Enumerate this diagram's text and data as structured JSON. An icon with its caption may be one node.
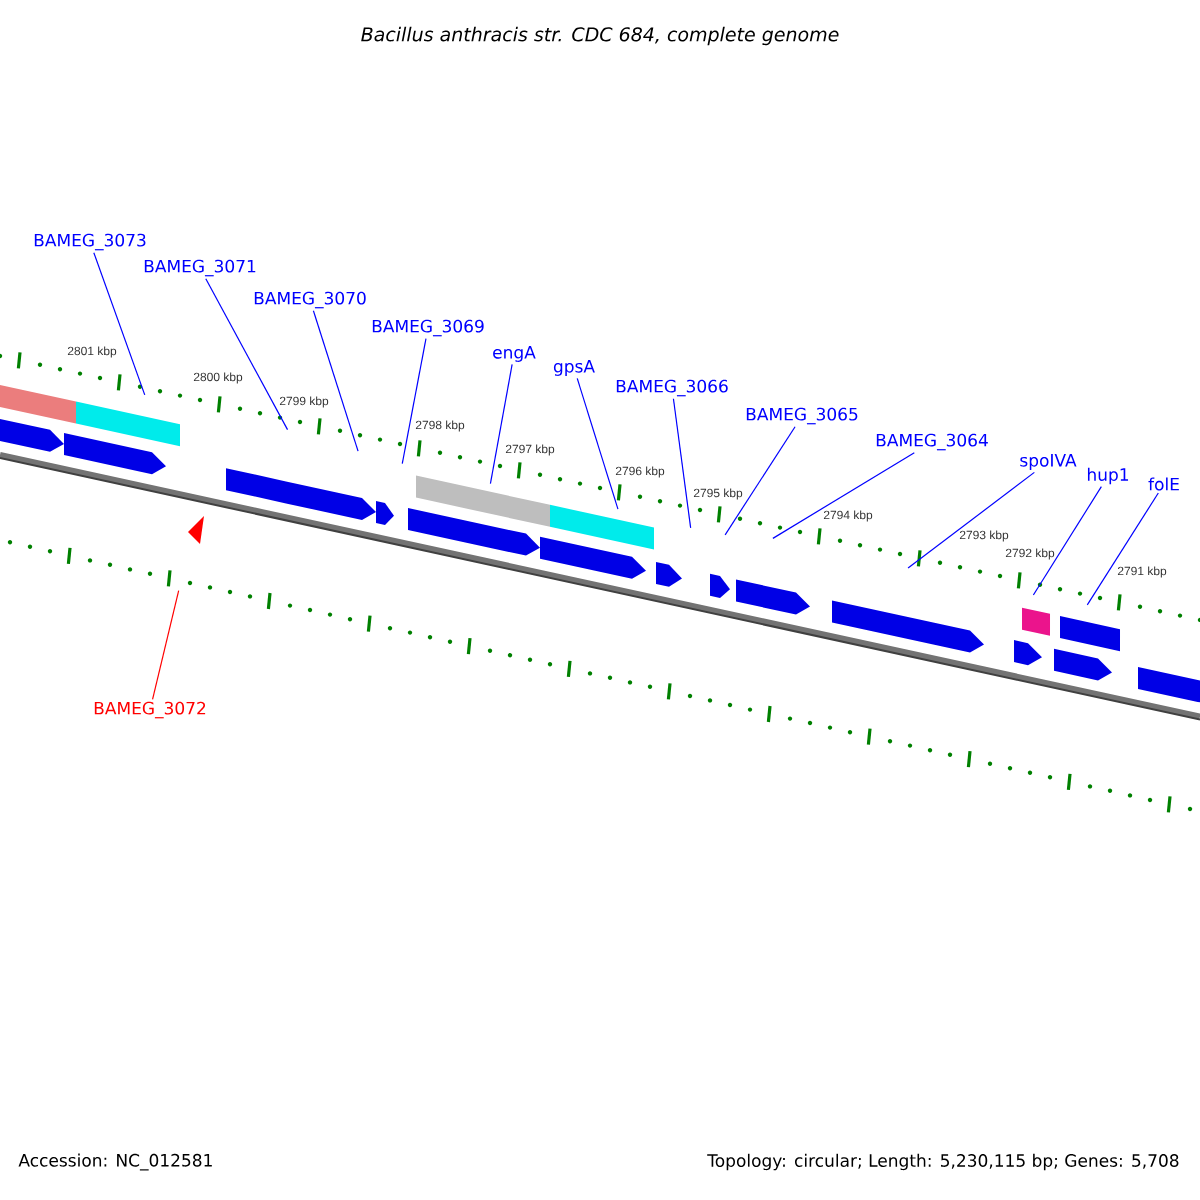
{
  "diagram": {
    "title": "Bacillus anthracis str. CDC 684, complete genome",
    "nodes": [
      {
        "text": [
          "BAMEG_3073"
        ]
      },
      {
        "text": [
          "BAMEG_3071"
        ]
      },
      {
        "text": [
          "BAMEG_3070"
        ]
      },
      {
        "text": [
          "BAMEG_3069"
        ]
      },
      {
        "text": [
          "engA"
        ]
      },
      {
        "text": [
          "gpsA"
        ]
      },
      {
        "text": [
          "BAMEG_3066"
        ]
      },
      {
        "text": [
          "BAMEG_3065"
        ]
      },
      {
        "text": [
          "BAMEG_3064"
        ]
      },
      {
        "text": [
          "spoIVA"
        ]
      },
      {
        "text": [
          "hup1"
        ]
      },
      {
        "text": [
          "folE"
        ]
      },
      {
        "text": [
          "BAMEG_3072"
        ]
      }
    ],
    "edges": [
      {
        "from": 0,
        "to": null,
        "arrow": "none"
      },
      {
        "from": 1,
        "to": null,
        "arrow": "none"
      },
      {
        "from": 2,
        "to": null,
        "arrow": "none"
      },
      {
        "from": 3,
        "to": null,
        "arrow": "none"
      },
      {
        "from": 4,
        "to": null,
        "arrow": "none"
      },
      {
        "from": 5,
        "to": null,
        "arrow": "none"
      },
      {
        "from": 6,
        "to": null,
        "arrow": "none"
      },
      {
        "from": 7,
        "to": null,
        "arrow": "none"
      },
      {
        "from": 8,
        "to": null,
        "arrow": "none"
      },
      {
        "from": 9,
        "to": null,
        "arrow": "none"
      },
      {
        "from": 10,
        "to": null,
        "arrow": "none"
      },
      {
        "from": 11,
        "to": null,
        "arrow": "none"
      },
      {
        "from": 12,
        "to": null,
        "arrow": "none",
        "color": "#ff0000"
      }
    ],
    "labels": [
      "2801 kbp",
      "2800 kbp",
      "2799 kbp",
      "2798 kbp",
      "2797 kbp",
      "2796 kbp",
      "2795 kbp",
      "2794 kbp",
      "2793 kbp",
      "2792 kbp",
      "2791 kbp",
      "Accession: NC_012581",
      "Topology: circular; Length: 5,230,115 bp; Genes: 5,708"
    ]
  }
}
